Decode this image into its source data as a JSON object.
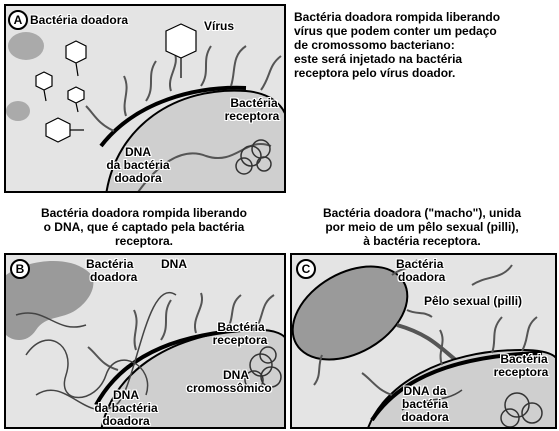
{
  "panel_a": {
    "letter": "A",
    "label_donor": "Bactéria doadora",
    "label_virus": "Vírus",
    "label_receptor_1": "Bactéria",
    "label_receptor_2": "receptora",
    "label_dna_1": "DNA",
    "label_dna_2": "da bactéria",
    "label_dna_3": "doadora",
    "caption": [
      "Bactéria doadora rompida liberando",
      "vírus que podem conter um pedaço",
      "de cromossomo bacteriano:",
      "este será injetado na bactéria",
      "receptora pelo vírus doador."
    ]
  },
  "panel_b": {
    "letter": "B",
    "caption": [
      "Bactéria doadora rompida liberando",
      "o DNA, que é captado pela bactéria",
      "receptora."
    ],
    "label_donor_1": "Bactéria",
    "label_donor_2": "doadora",
    "label_dna": "DNA",
    "label_receptor_1": "Bactéria",
    "label_receptor_2": "receptora",
    "label_chrom_1": "DNA",
    "label_chrom_2": "cromossômico",
    "label_dna_donor_1": "DNA",
    "label_dna_donor_2": "da bactéria",
    "label_dna_donor_3": "doadora"
  },
  "panel_c": {
    "letter": "C",
    "caption": [
      "Bactéria doadora (\"macho\"), unida",
      "por meio de um pêlo sexual (pilli),",
      "à bactéria receptora."
    ],
    "label_donor_1": "Bactéria",
    "label_donor_2": "doadora",
    "label_pilus": "Pêlo sexual (pilli)",
    "label_receptor_1": "Bactéria",
    "label_receptor_2": "receptora",
    "label_dna_1": "DNA da",
    "label_dna_2": "bactéria",
    "label_dna_3": "doadora"
  }
}
